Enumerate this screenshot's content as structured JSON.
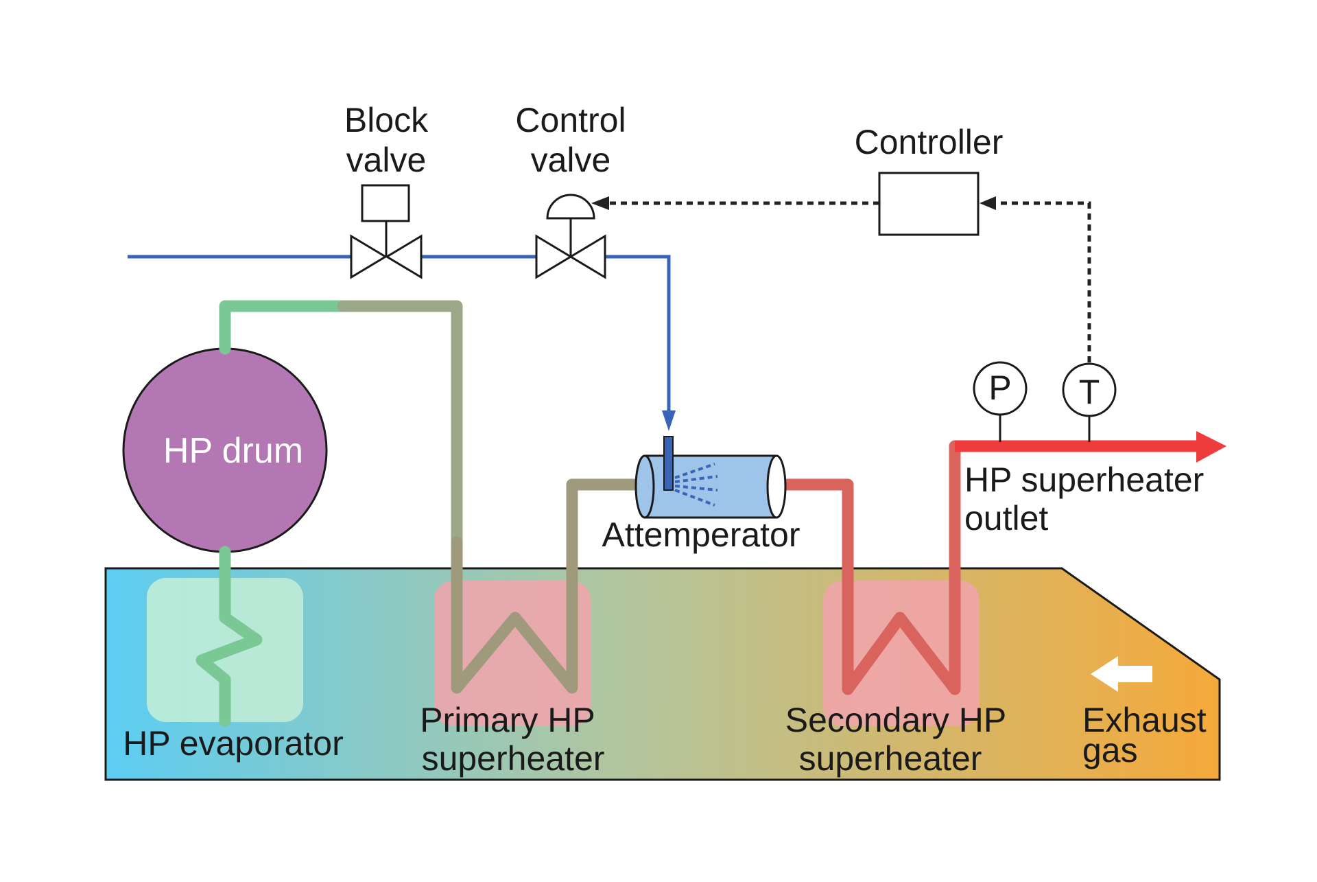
{
  "labels": {
    "block_valve_1": "Block",
    "block_valve_2": "valve",
    "control_valve_1": "Control",
    "control_valve_2": "valve",
    "controller": "Controller",
    "hp_drum": "HP drum",
    "attemperator": "Attemperator",
    "outlet_1": "HP superheater",
    "outlet_2": "outlet",
    "pressure_sensor": "P",
    "temperature_sensor": "T",
    "evaporator": "HP evaporator",
    "primary_1": "Primary HP",
    "primary_2": "superheater",
    "secondary_1": "Secondary HP",
    "secondary_2": "superheater",
    "exhaust_1": "Exhaust",
    "exhaust_2": "gas"
  },
  "colors": {
    "water_line": "#3a64b8",
    "drum": "#b377b4",
    "steam_start": "#7ac894",
    "steam_mid": "#a09a7c",
    "steam_hot": "#e05a55",
    "outlet": "#ee3b3b",
    "duct_cold": "#5ccdf2",
    "duct_hot": "#f5a93a",
    "exchanger_zone": "#f2a3ad",
    "evaporator_zone": "#c4eed6",
    "attemperator": "#9fc4ea",
    "signal": "#222222"
  },
  "icons": [
    "block-valve-icon",
    "control-valve-icon",
    "spray-nozzle-icon",
    "flow-arrow-icon",
    "exhaust-arrow-icon"
  ]
}
